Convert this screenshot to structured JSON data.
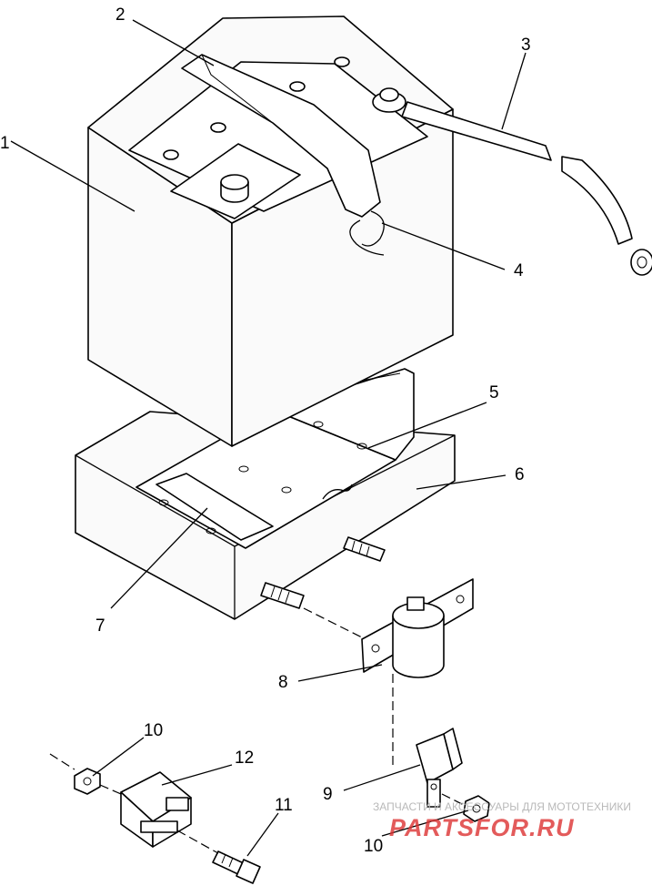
{
  "callouts": [
    {
      "id": "1",
      "label": "1"
    },
    {
      "id": "2",
      "label": "2"
    },
    {
      "id": "3",
      "label": "3"
    },
    {
      "id": "4",
      "label": "4"
    },
    {
      "id": "5",
      "label": "5"
    },
    {
      "id": "6",
      "label": "6"
    },
    {
      "id": "7",
      "label": "7"
    },
    {
      "id": "8",
      "label": "8"
    },
    {
      "id": "9",
      "label": "9"
    },
    {
      "id": "10a",
      "label": "10"
    },
    {
      "id": "10b",
      "label": "10"
    },
    {
      "id": "11",
      "label": "11"
    },
    {
      "id": "12",
      "label": "12"
    }
  ],
  "watermark": {
    "text": "ЗАПЧАСТИ И АКСЕССУАРЫ ДЛЯ МОТОТЕХНИКИ",
    "logo": "PARTSFOR.RU"
  }
}
